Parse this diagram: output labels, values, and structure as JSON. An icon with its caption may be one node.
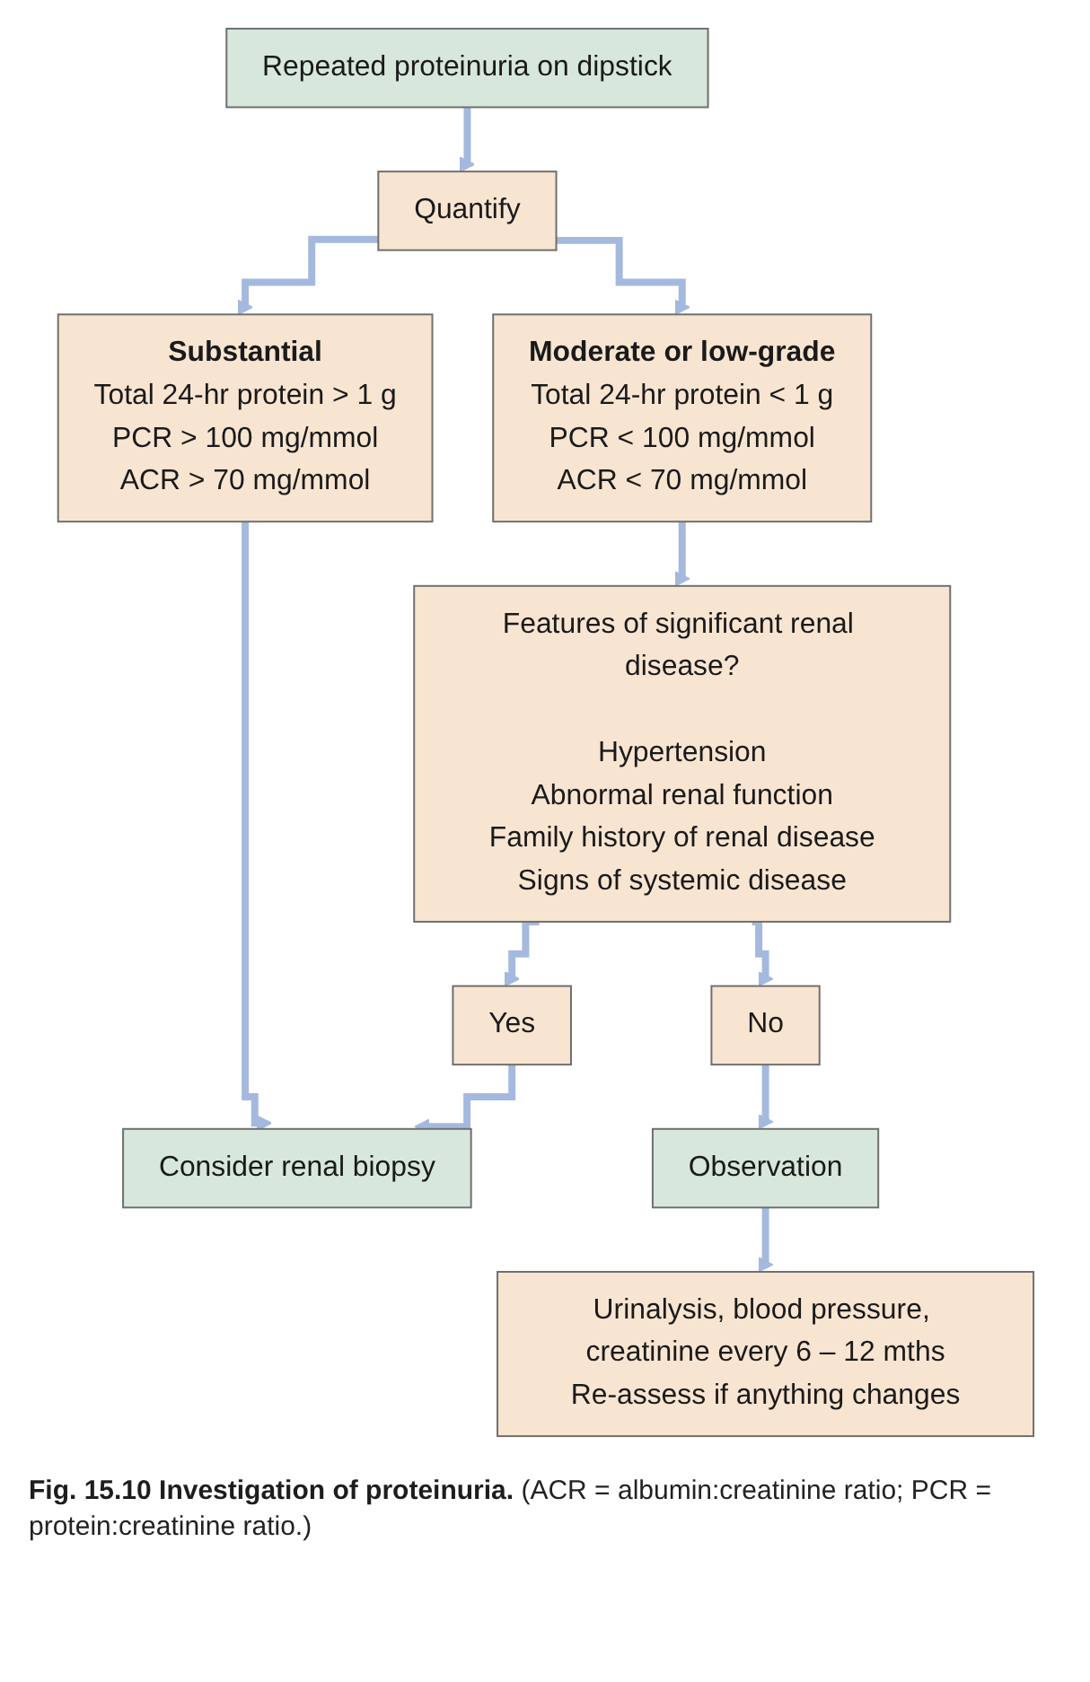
{
  "diagram": {
    "caption": "**Fig. 15.10 Investigation of proteinuria.** (ACR = albumin:creatinine ratio; PCR = protein:creatinine ratio.)",
    "nodes": [
      {
        "text": [
          "Repeated proteinuria on dipstick"
        ]
      },
      {
        "text": [
          "Quantify"
        ]
      },
      {
        "text": [
          "Substantial",
          "Total 24-hr protein > 1 g",
          "PCR > 100 mg/mmol",
          "ACR > 70 mg/mmol"
        ]
      },
      {
        "text": [
          "Moderate or low-grade",
          "Total 24-hr protein < 1 g",
          "PCR < 100 mg/mmol",
          "ACR < 70 mg/mmol"
        ]
      },
      {
        "text": [
          "Features of significant renal disease?",
          "Hypertension",
          "Abnormal renal function",
          "Family history of renal disease",
          "Signs of systemic disease"
        ]
      },
      {
        "text": [
          "Yes"
        ]
      },
      {
        "text": [
          "No"
        ]
      },
      {
        "text": [
          "Consider renal biopsy"
        ]
      },
      {
        "text": [
          "Observation"
        ]
      },
      {
        "text": [
          "Urinalysis, blood pressure, creatinine every 6 – 12 mths",
          "Re-assess if anything changes"
        ]
      }
    ],
    "edges": [
      {
        "from": 0,
        "to": 1,
        "arrow": "to"
      },
      {
        "from": 1,
        "to": 2,
        "arrow": "to"
      },
      {
        "from": 1,
        "to": 3,
        "arrow": "to"
      },
      {
        "from": 2,
        "to": 7,
        "arrow": "to"
      },
      {
        "from": 3,
        "to": 4,
        "arrow": "to"
      },
      {
        "from": 4,
        "to": 5,
        "arrow": "to"
      },
      {
        "from": 4,
        "to": 6,
        "arrow": "to"
      },
      {
        "from": 5,
        "to": 7,
        "arrow": "to"
      },
      {
        "from": 6,
        "to": 8,
        "arrow": "to"
      },
      {
        "from": 8,
        "to": 9,
        "arrow": "to"
      }
    ]
  }
}
